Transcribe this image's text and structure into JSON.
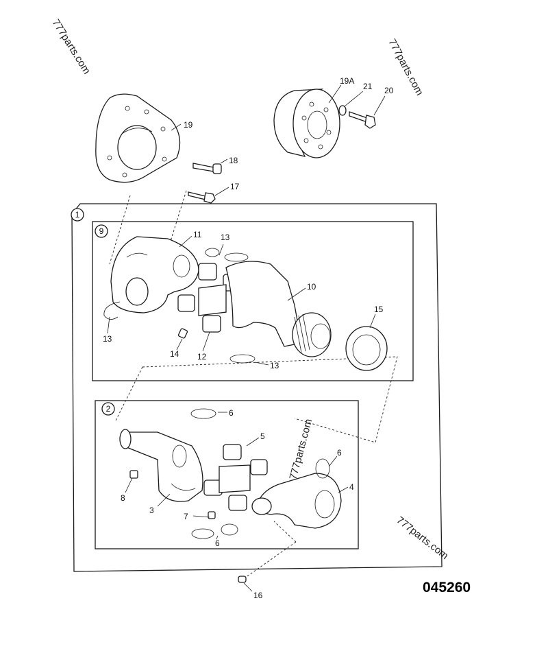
{
  "watermarks": [
    "777parts.com",
    "777parts.com",
    "777parts.com",
    "777parts.com"
  ],
  "drawing_number": "045260",
  "groups": {
    "g1": "1",
    "g9": "9",
    "g2": "2"
  },
  "labels": {
    "l19": "19",
    "l18": "18",
    "l17": "17",
    "l19a": "19A",
    "l21": "21",
    "l20": "20",
    "l11": "11",
    "l13a": "13",
    "l10": "10",
    "l15": "15",
    "l13b": "13",
    "l14": "14",
    "l12": "12",
    "l13c": "13",
    "l6a": "6",
    "l5": "5",
    "l6b": "6",
    "l4": "4",
    "l8": "8",
    "l3": "3",
    "l7": "7",
    "l6c": "6",
    "l16": "16"
  }
}
